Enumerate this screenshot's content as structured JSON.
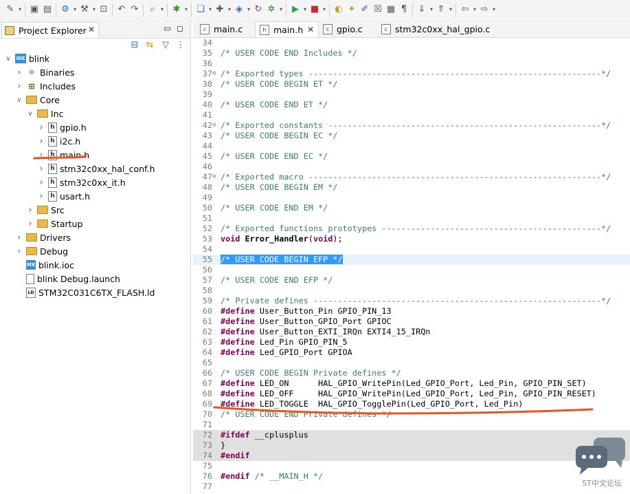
{
  "toolbar": {
    "icons": [
      "new-file-icon",
      "save-icon",
      "save-all-icon",
      "device-config-icon",
      "build-hammer-icon",
      "binary-icon",
      "undo-icon",
      "redo-icon",
      "search-icon",
      "debug-bug-icon",
      "new-c-project-icon",
      "new-folder-icon",
      "new-class-icon",
      "refresh-icon",
      "settings-gear-icon",
      "run-icon",
      "stop-debug-icon",
      "open-type-icon",
      "wand-icon",
      "pen-icon",
      "toggle-mark-icon",
      "block-select-icon",
      "pilcrow-icon",
      "next-annotation-icon",
      "prev-annotation-icon",
      "back-icon",
      "forward-icon"
    ]
  },
  "project_explorer": {
    "title": "Project Explorer",
    "tree": [
      {
        "label": "blink",
        "depth": 0,
        "expanded": true,
        "icon": "ide-project-icon",
        "kind": "ide"
      },
      {
        "label": "Binaries",
        "depth": 1,
        "expanded": false,
        "icon": "binaries-icon",
        "kind": "bin"
      },
      {
        "label": "Includes",
        "depth": 1,
        "expanded": false,
        "icon": "includes-icon",
        "kind": "inc"
      },
      {
        "label": "Core",
        "depth": 1,
        "expanded": true,
        "icon": "folder-icon",
        "kind": "folder"
      },
      {
        "label": "Inc",
        "depth": 2,
        "expanded": true,
        "icon": "folder-icon",
        "kind": "folder"
      },
      {
        "label": "gpio.h",
        "depth": 3,
        "expanded": false,
        "icon": "header-file-icon",
        "kind": "h"
      },
      {
        "label": "i2c.h",
        "depth": 3,
        "expanded": false,
        "icon": "header-file-icon",
        "kind": "h"
      },
      {
        "label": "main.h",
        "depth": 3,
        "expanded": false,
        "icon": "header-file-icon",
        "kind": "h"
      },
      {
        "label": "stm32c0xx_hal_conf.h",
        "depth": 3,
        "expanded": false,
        "icon": "header-file-icon",
        "kind": "h"
      },
      {
        "label": "stm32c0xx_it.h",
        "depth": 3,
        "expanded": false,
        "icon": "header-file-icon",
        "kind": "h"
      },
      {
        "label": "usart.h",
        "depth": 3,
        "expanded": false,
        "icon": "header-file-icon",
        "kind": "h"
      },
      {
        "label": "Src",
        "depth": 2,
        "expanded": false,
        "icon": "folder-icon",
        "kind": "folder"
      },
      {
        "label": "Startup",
        "depth": 2,
        "expanded": false,
        "icon": "folder-icon",
        "kind": "folder"
      },
      {
        "label": "Drivers",
        "depth": 1,
        "expanded": false,
        "icon": "folder-icon",
        "kind": "folder"
      },
      {
        "label": "Debug",
        "depth": 1,
        "expanded": false,
        "icon": "folder-icon",
        "kind": "folder"
      },
      {
        "label": "blink.ioc",
        "depth": 1,
        "expanded": null,
        "icon": "mx-file-icon",
        "kind": "mx"
      },
      {
        "label": "blink Debug.launch",
        "depth": 1,
        "expanded": null,
        "icon": "launch-file-icon",
        "kind": "file"
      },
      {
        "label": "STM32C031C6TX_FLASH.ld",
        "depth": 1,
        "expanded": null,
        "icon": "linker-file-icon",
        "kind": "ld"
      }
    ]
  },
  "editor": {
    "tabs": [
      {
        "label": "main.c",
        "active": false,
        "closable": false
      },
      {
        "label": "main.h",
        "active": true,
        "closable": true
      },
      {
        "label": "gpio.c",
        "active": false,
        "closable": false
      },
      {
        "label": "stm32c0xx_hal_gpio.c",
        "active": false,
        "closable": false
      }
    ],
    "lines": [
      {
        "n": "34",
        "fold": "",
        "text": ""
      },
      {
        "n": "35",
        "fold": "",
        "text": "/* USER CODE END Includes */"
      },
      {
        "n": "36",
        "fold": "",
        "text": ""
      },
      {
        "n": "37",
        "fold": "⊖",
        "text": "/* Exported types ------------------------------------------------------------*/"
      },
      {
        "n": "38",
        "fold": "",
        "text": "/* USER CODE BEGIN ET */"
      },
      {
        "n": "39",
        "fold": "",
        "text": ""
      },
      {
        "n": "40",
        "fold": "",
        "text": "/* USER CODE END ET */"
      },
      {
        "n": "41",
        "fold": "",
        "text": ""
      },
      {
        "n": "42",
        "fold": "⊖",
        "text": "/* Exported constants --------------------------------------------------------*/"
      },
      {
        "n": "43",
        "fold": "",
        "text": "/* USER CODE BEGIN EC */"
      },
      {
        "n": "44",
        "fold": "",
        "text": ""
      },
      {
        "n": "45",
        "fold": "",
        "text": "/* USER CODE END EC */"
      },
      {
        "n": "46",
        "fold": "",
        "text": ""
      },
      {
        "n": "47",
        "fold": "⊖",
        "text": "/* Exported macro ------------------------------------------------------------*/"
      },
      {
        "n": "48",
        "fold": "",
        "text": "/* USER CODE BEGIN EM */"
      },
      {
        "n": "49",
        "fold": "",
        "text": ""
      },
      {
        "n": "50",
        "fold": "",
        "text": "/* USER CODE END EM */"
      },
      {
        "n": "51",
        "fold": "",
        "text": ""
      },
      {
        "n": "52",
        "fold": "",
        "text": "/* Exported functions prototypes ---------------------------------------------*/"
      },
      {
        "n": "53",
        "fold": "",
        "text": "void Error_Handler(void);"
      },
      {
        "n": "54",
        "fold": "",
        "text": ""
      },
      {
        "n": "55",
        "fold": "",
        "text": "/* USER CODE BEGIN EFP */",
        "selected": true
      },
      {
        "n": "56",
        "fold": "",
        "text": ""
      },
      {
        "n": "57",
        "fold": "",
        "text": "/* USER CODE END EFP */"
      },
      {
        "n": "58",
        "fold": "",
        "text": ""
      },
      {
        "n": "59",
        "fold": "",
        "text": "/* Private defines -----------------------------------------------------------*/"
      },
      {
        "n": "60",
        "fold": "",
        "text": "#define User_Button_Pin GPIO_PIN_13"
      },
      {
        "n": "61",
        "fold": "",
        "text": "#define User_Button_GPIO_Port GPIOC"
      },
      {
        "n": "62",
        "fold": "",
        "text": "#define User_Button_EXTI_IRQn EXTI4_15_IRQn"
      },
      {
        "n": "63",
        "fold": "",
        "text": "#define Led_Pin GPIO_PIN_5"
      },
      {
        "n": "64",
        "fold": "",
        "text": "#define Led_GPIO_Port GPIOA"
      },
      {
        "n": "65",
        "fold": "",
        "text": ""
      },
      {
        "n": "66",
        "fold": "",
        "text": "/* USER CODE BEGIN Private defines */"
      },
      {
        "n": "67",
        "fold": "",
        "text": "#define LED_ON      HAL_GPIO_WritePin(Led_GPIO_Port, Led_Pin, GPIO_PIN_SET)"
      },
      {
        "n": "68",
        "fold": "",
        "text": "#define LED_OFF     HAL_GPIO_WritePin(Led_GPIO_Port, Led_Pin, GPIO_PIN_RESET)"
      },
      {
        "n": "69",
        "fold": "",
        "text": "#define LED_TOGGLE  HAL_GPIO_TogglePin(Led_GPIO_Port, Led_Pin)"
      },
      {
        "n": "70",
        "fold": "",
        "text": "/* USER CODE END Private defines */"
      },
      {
        "n": "71",
        "fold": "",
        "text": ""
      },
      {
        "n": "72",
        "fold": "",
        "text": "#ifdef __cplusplus",
        "inactive": true
      },
      {
        "n": "73",
        "fold": "",
        "text": "}",
        "inactive": true
      },
      {
        "n": "74",
        "fold": "",
        "text": "#endif",
        "inactive": true
      },
      {
        "n": "75",
        "fold": "",
        "text": ""
      },
      {
        "n": "76",
        "fold": "",
        "text": "#endif /* __MAIN_H */"
      },
      {
        "n": "77",
        "fold": "",
        "text": ""
      }
    ]
  },
  "watermark": {
    "text": "ST中文论坛"
  },
  "colors": {
    "comment": "#3f7f5f",
    "keyword": "#7f0055",
    "selection": "#3399ff",
    "annotation": "#e8541e",
    "current_line": "#e8f2fe"
  }
}
